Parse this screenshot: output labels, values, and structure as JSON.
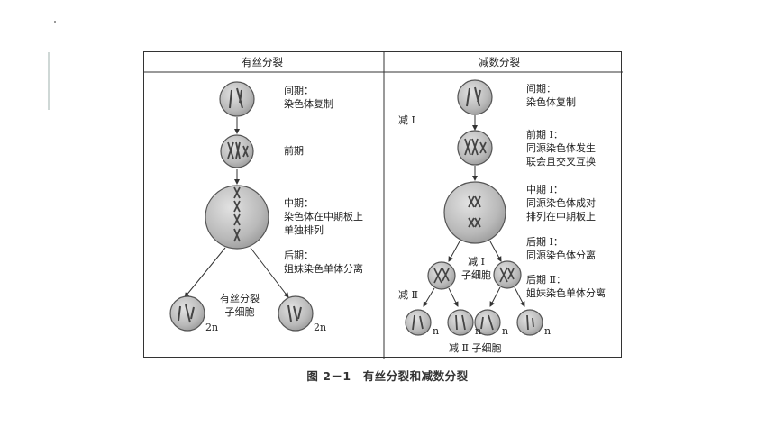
{
  "headers": {
    "mitosis": "有丝分裂",
    "meiosis": "减数分裂"
  },
  "mitosis": {
    "interphase": "间期：\n染色体复制",
    "prophase": "前期",
    "metaphase": "中期：\n染色体在中期板上\n单独排列",
    "anaphase": "后期：\n姐妹染色单体分离",
    "daughter_cells": "有丝分裂\n子细胞",
    "ploidy_left": "2n",
    "ploidy_right": "2n"
  },
  "meiosis": {
    "interphase": "间期：\n染色体复制",
    "stage1": "减 Ⅰ",
    "prophase1": "前期 Ⅰ：\n同源染色体发生\n联会且交叉互换",
    "metaphase1": "中期 Ⅰ：\n同源染色体成对\n排列在中期板上",
    "anaphase1": "后期 Ⅰ：\n同源染色体分离",
    "daughter1": "减 Ⅰ\n子细胞",
    "stage2": "减 Ⅱ",
    "anaphase2": "后期 Ⅱ：\n姐妹染色单体分离",
    "ploidy": [
      "n",
      "n",
      "n",
      "n"
    ],
    "daughter2": "减 Ⅱ 子细胞"
  },
  "caption": "图 2－1　有丝分裂和减数分裂"
}
